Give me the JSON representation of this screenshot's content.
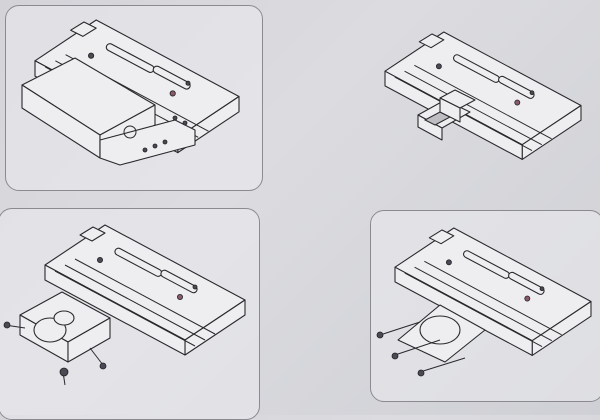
{
  "page": {
    "background": "#d6d6db",
    "line_color": "#2a2a2e"
  },
  "figures": [
    {
      "id": "step-1",
      "framed": true
    },
    {
      "id": "step-2",
      "framed": false
    },
    {
      "id": "step-3",
      "framed": true
    },
    {
      "id": "step-4",
      "framed": true
    }
  ]
}
